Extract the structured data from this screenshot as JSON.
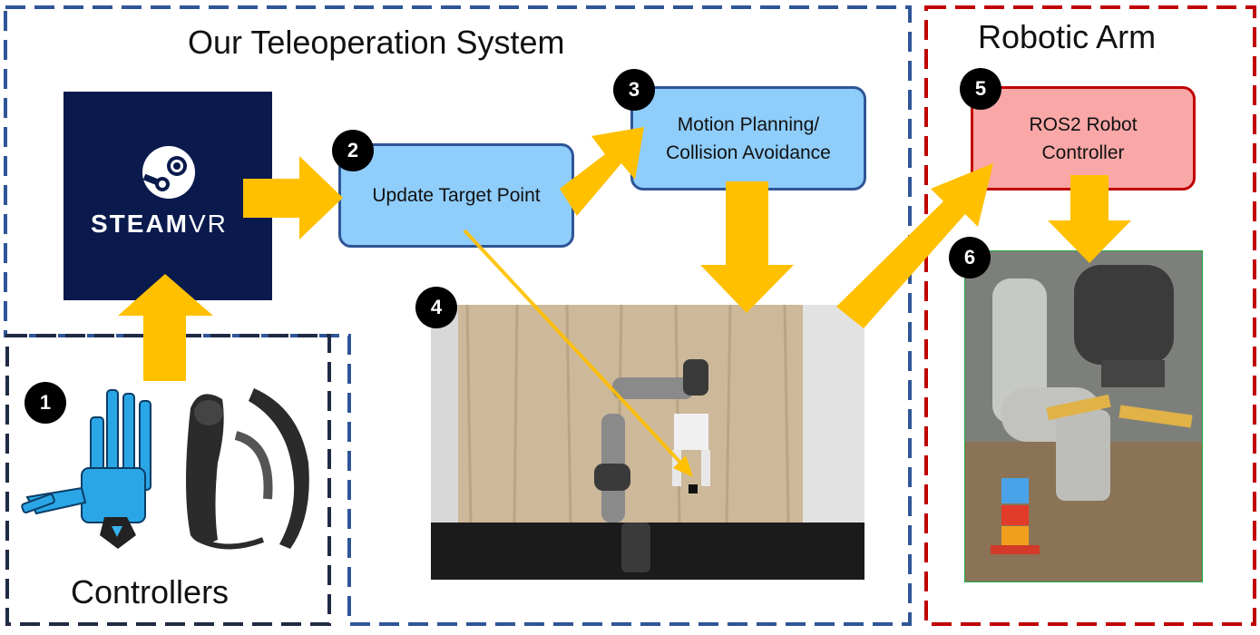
{
  "regions": {
    "teleop_title": "Our Teleoperation System",
    "arm_title": "Robotic Arm",
    "controllers_title": "Controllers"
  },
  "steamvr": {
    "logo_text_bold": "STEAM",
    "logo_text_light": "VR"
  },
  "steps": {
    "s1": "1",
    "s2": "2",
    "s3": "3",
    "s4": "4",
    "s5": "5",
    "s6": "6"
  },
  "boxes": {
    "update_target": "Update Target Point",
    "motion_planning_l1": "Motion Planning/",
    "motion_planning_l2": "Collision Avoidance",
    "ros2_l1": "ROS2 Robot",
    "ros2_l2": "Controller"
  },
  "colors": {
    "teleop_border": "#2f5597",
    "controllers_border": "#1f2a44",
    "arm_border": "#c00000",
    "arrow_fill": "#ffc000",
    "blue_box_fill": "#8fcdfb",
    "red_box_fill": "#f9a7a7",
    "badge_fill": "#000000",
    "steamvr_bg": "#0a1a4d"
  },
  "icons": [
    "steam-logo-icon",
    "vr-glove-controller-icon",
    "vr-knuckles-controller-icon",
    "robot-arm-photo",
    "robot-arm-stacking-photo"
  ]
}
